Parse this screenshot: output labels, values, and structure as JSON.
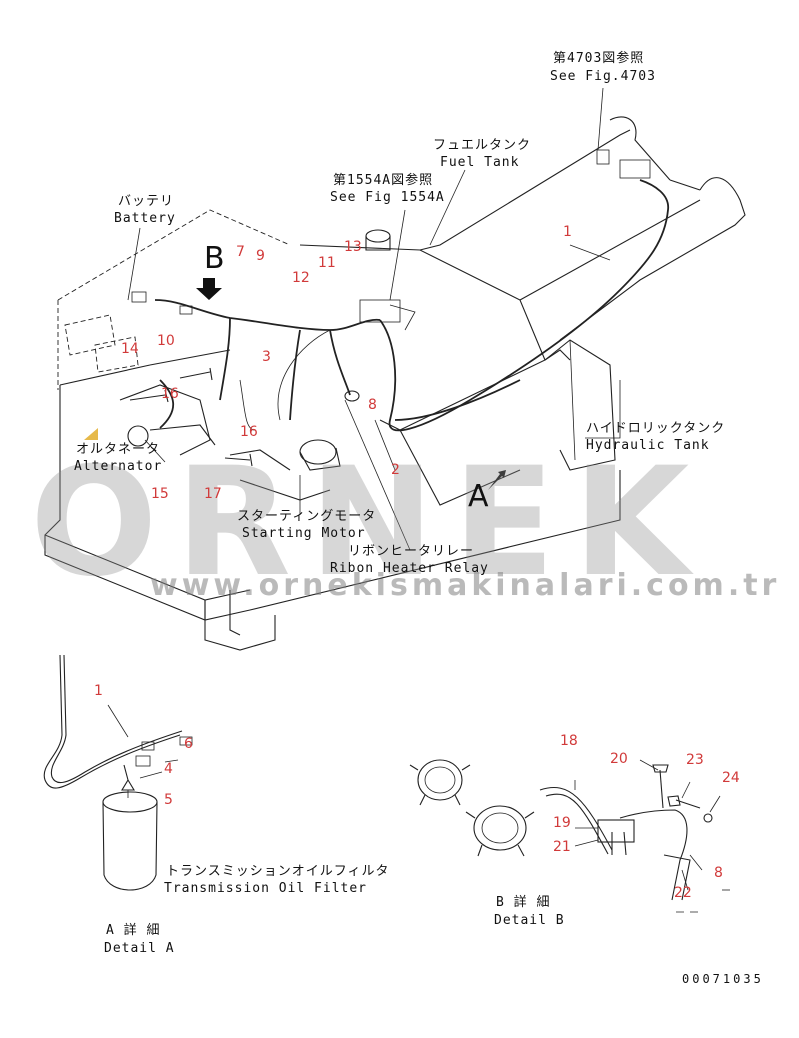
{
  "labels": {
    "fig4703_jp": "第4703図参照",
    "fig4703_en": "See Fig.4703",
    "fig1554_jp": "第1554A図参照",
    "fig1554_en": "See Fig 1554A",
    "fuel_jp": "フュエルタンク",
    "fuel_en": "Fuel Tank",
    "battery_jp": "バッテリ",
    "battery_en": "Battery",
    "hydraulic_jp": "ハイドロリックタンク",
    "hydraulic_en": "Hydraulic Tank",
    "alternator_jp": "オルタネータ",
    "alternator_en": "Alternator",
    "starting_jp": "スターティングモータ",
    "starting_en": "Starting Motor",
    "ribbon_jp": "リボンヒータリレー",
    "ribbon_en": "Ribon Heater Relay",
    "filter_jp": "トランスミッションオイルフィルタ",
    "filter_en": "Transmission Oil Filter",
    "detail_a_jp": "A 詳 細",
    "detail_a_en": "Detail A",
    "detail_b_jp": "B 詳 細",
    "detail_b_en": "Detail B",
    "view_b": "B",
    "view_a": "A",
    "drawing_code": "00071035"
  },
  "watermark": {
    "brand": "ORNEK",
    "url": "www.ornekismakinalari.com.tr"
  },
  "part_numbers": {
    "p1": "1",
    "p2": "2",
    "p3": "3",
    "p7": "7",
    "p8": "8",
    "p9": "9",
    "p10": "10",
    "p11": "11",
    "p12": "12",
    "p13": "13",
    "p14": "14",
    "p15": "15",
    "p16a": "16",
    "p16b": "16",
    "p17": "17",
    "a1": "1",
    "a4": "4",
    "a5": "5",
    "a6": "6",
    "b8": "8",
    "b18": "18",
    "b19": "19",
    "b20": "20",
    "b21": "21",
    "b22": "22",
    "b23": "23",
    "b24": "24"
  },
  "colors": {
    "part_number": "#d13a3a",
    "line": "#222222",
    "watermark": "#8c8c8c"
  }
}
